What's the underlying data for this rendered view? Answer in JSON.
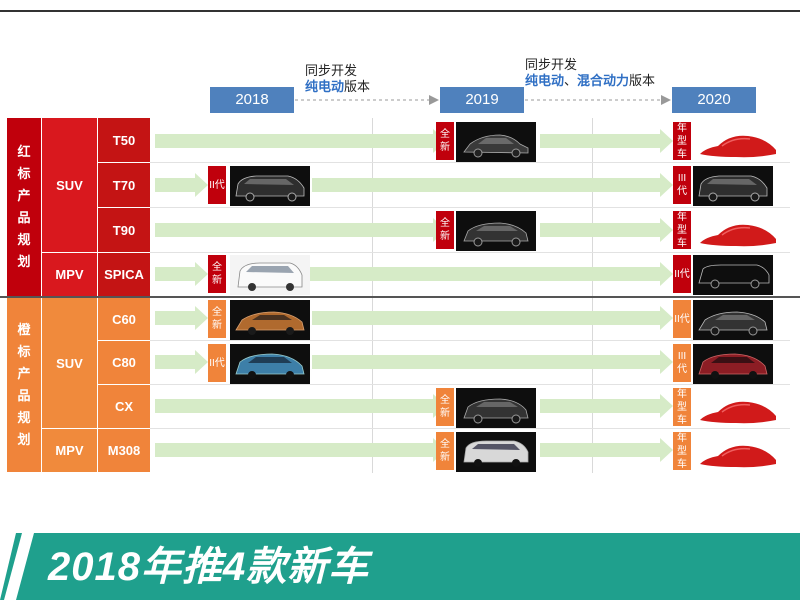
{
  "timeline": {
    "years": [
      "2018",
      "2019",
      "2020"
    ],
    "note_1": {
      "line1": "同步开发",
      "highlight": "纯电动",
      "suffix": "版本"
    },
    "note_2": {
      "line1": "同步开发",
      "highlight_1": "纯电动",
      "separator": "、",
      "highlight_2": "混合动力",
      "suffix": "版本"
    }
  },
  "groups": {
    "red": {
      "label": "红标产品规划",
      "color": "#c0000c",
      "mid_color": "#d9181e",
      "model_color": "#c41414"
    },
    "orange": {
      "label": "橙标产品规划",
      "color": "#f0843a",
      "mid_color": "#f08a3c",
      "model_color": "#f0843a"
    }
  },
  "categories": {
    "red_suv": "SUV",
    "red_mpv": "MPV",
    "orange_suv": "SUV",
    "orange_mpv": "MPV"
  },
  "models": {
    "t50": "T50",
    "t70": "T70",
    "t90": "T90",
    "spica": "SPICA",
    "c60": "C60",
    "c80": "C80",
    "cx": "CX",
    "m308": "M308"
  },
  "tags": {
    "t50_2019": "全新",
    "t50_2020": "年型车",
    "t70_2018": "II代",
    "t70_2020": "III代",
    "t90_2019": "全新",
    "t90_2020": "年型车",
    "spica_2018": "全新",
    "spica_2020": "II代",
    "c60_2018": "全新",
    "c60_2020": "II代",
    "c80_2018": "II代",
    "c80_2020": "III代",
    "cx_2019": "全新",
    "cx_2020": "年型车",
    "m308_2019": "全新",
    "m308_2020": "年型车"
  },
  "banner": {
    "title": "2018年推4款新车",
    "color": "#1fa08d"
  }
}
